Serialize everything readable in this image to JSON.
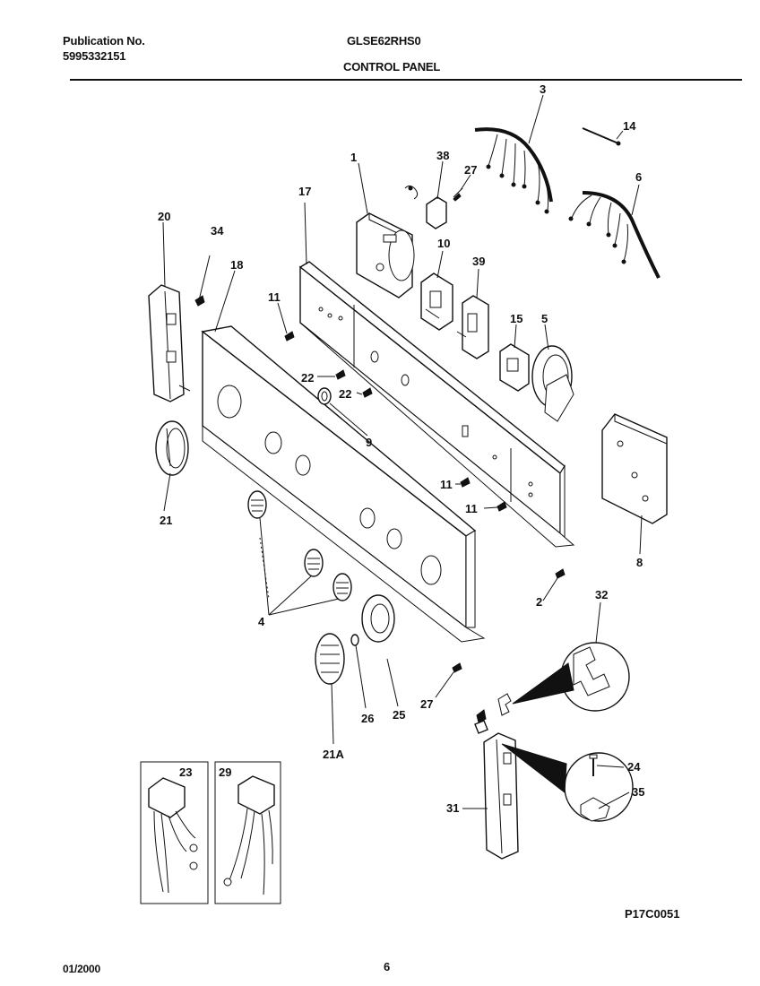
{
  "header": {
    "publication_label": "Publication No.",
    "publication_number": "5995332151",
    "model": "GLSE62RHS0",
    "section": "CONTROL PANEL"
  },
  "footer": {
    "date": "01/2000",
    "page": "6"
  },
  "diagram": {
    "figure_code": "P17C0051",
    "callouts": [
      "1",
      "2",
      "3",
      "4",
      "5",
      "6",
      "8",
      "9",
      "10",
      "11",
      "11",
      "11",
      "14",
      "15",
      "17",
      "18",
      "20",
      "21",
      "21A",
      "22",
      "22",
      "23",
      "24",
      "25",
      "26",
      "27",
      "27",
      "29",
      "31",
      "32",
      "34",
      "35",
      "38",
      "39"
    ]
  }
}
